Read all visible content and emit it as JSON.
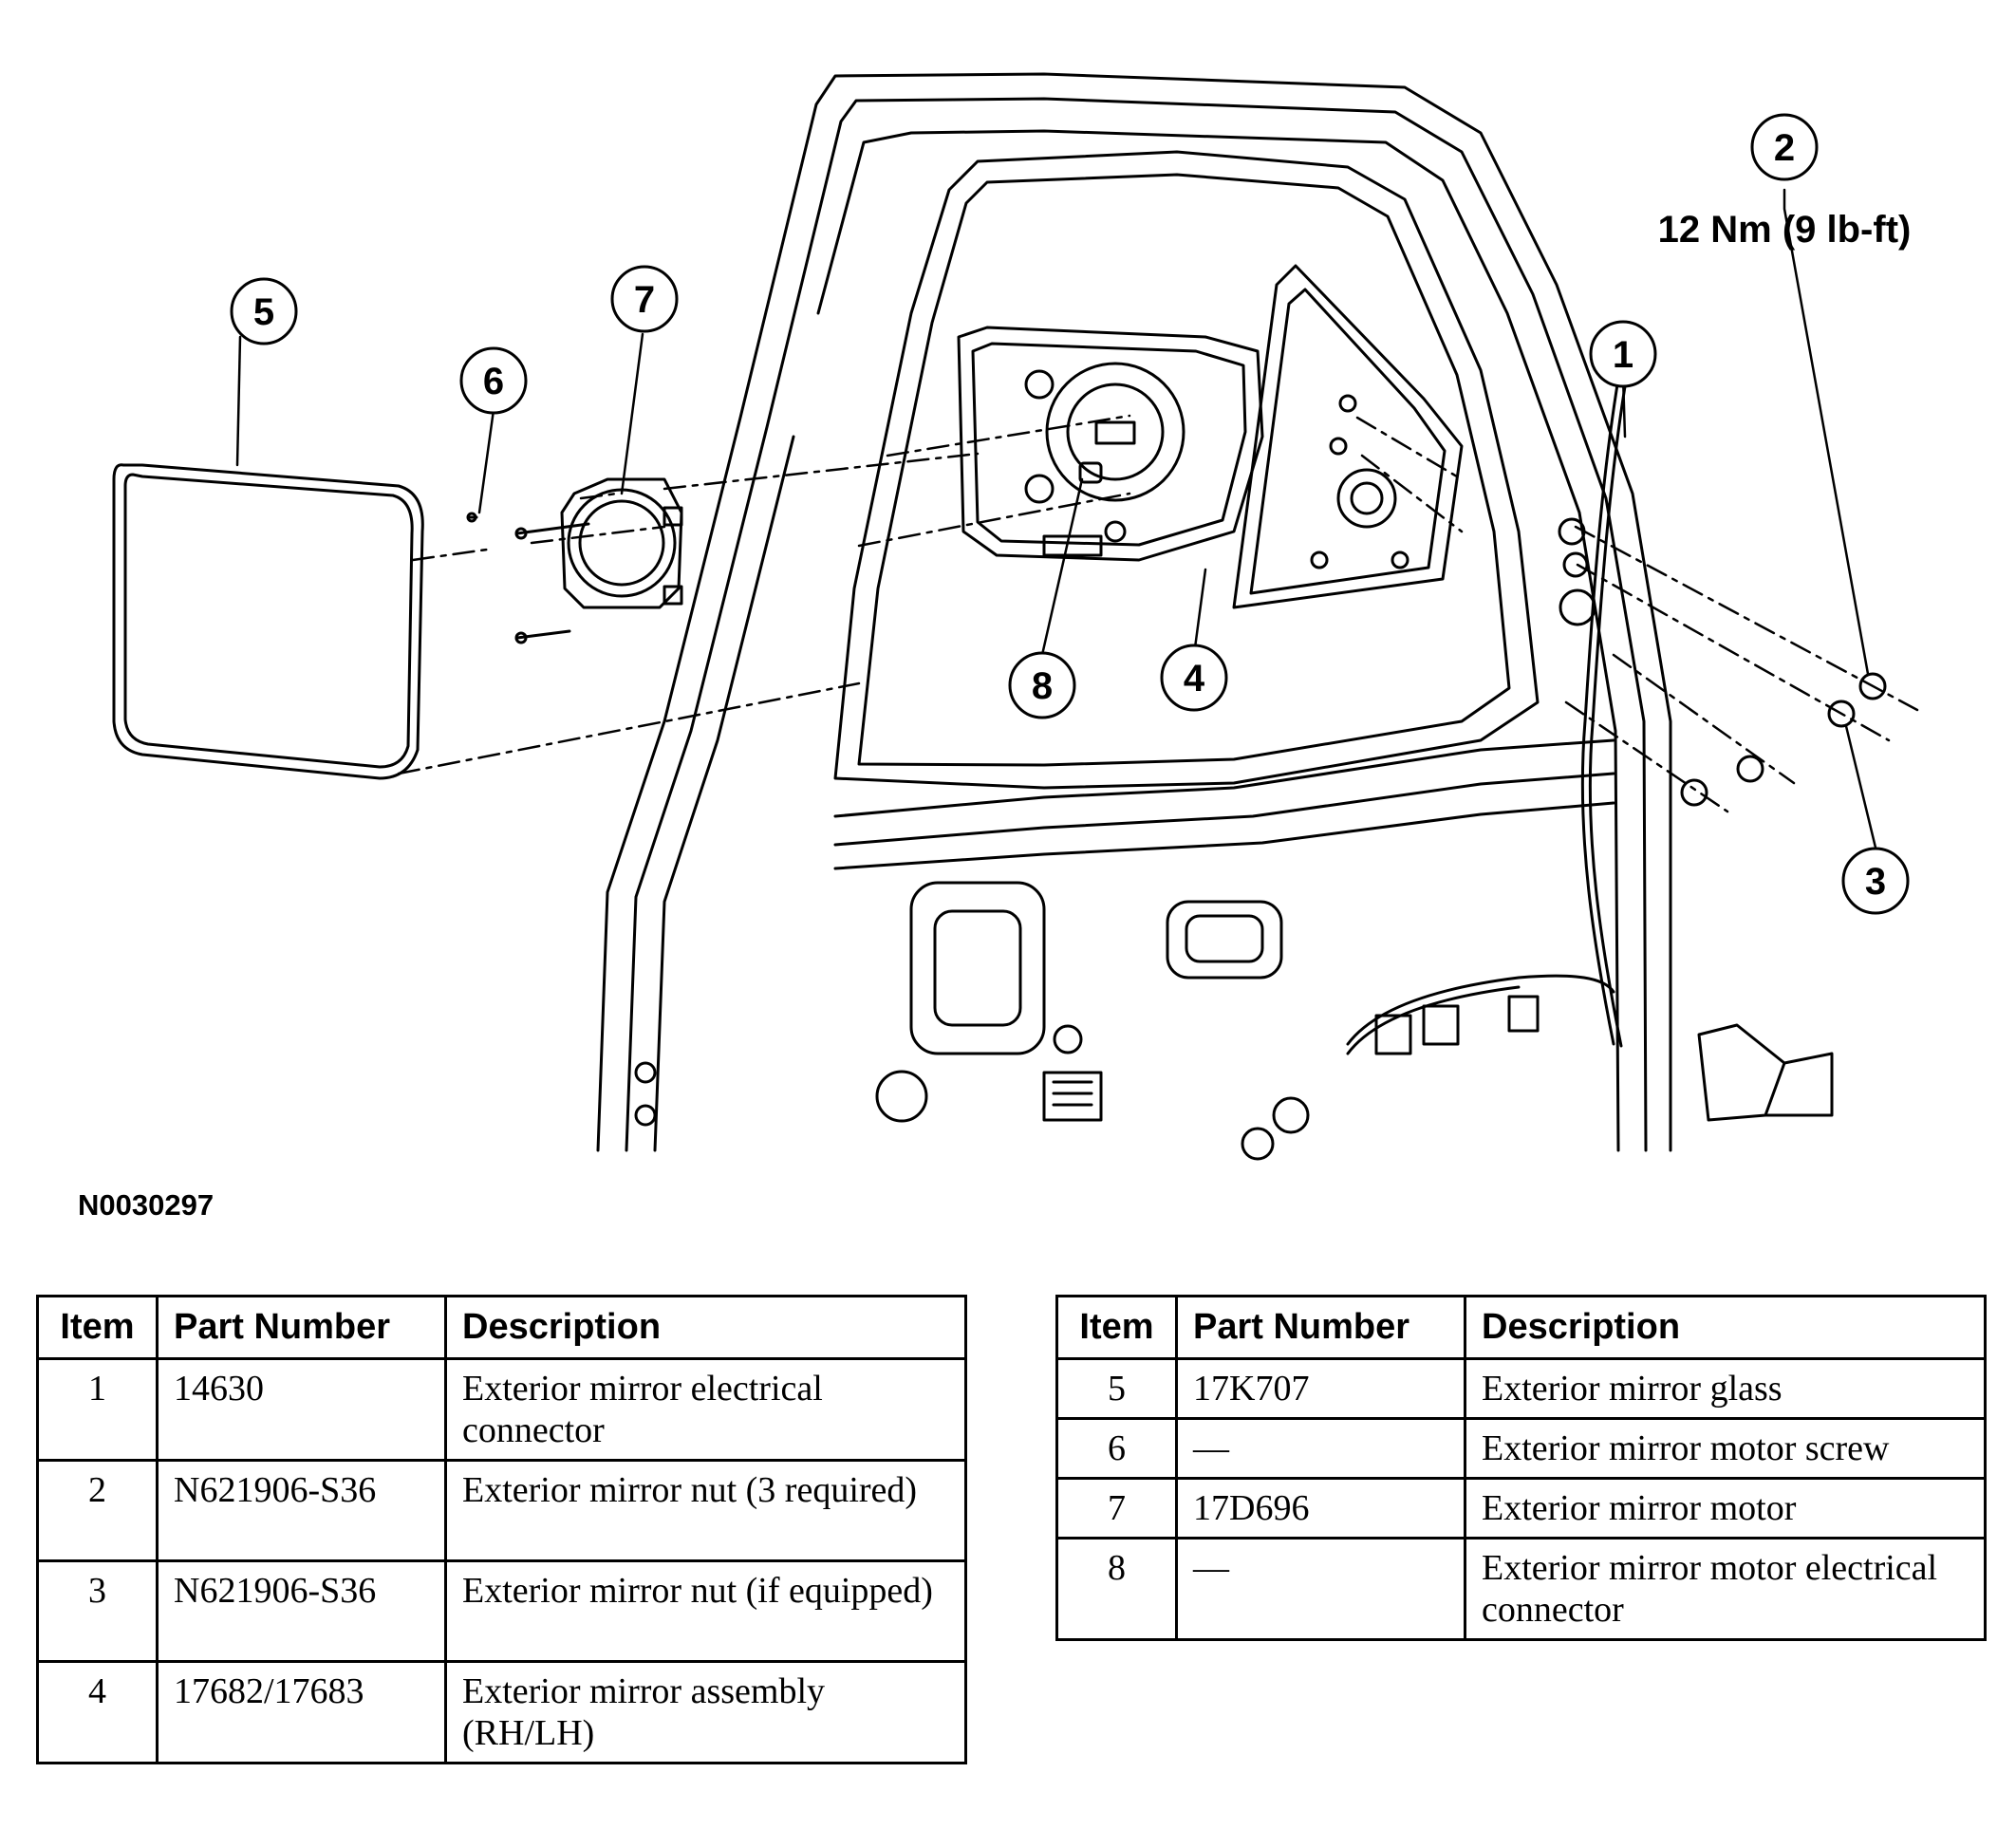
{
  "figure": {
    "id": "N0030297",
    "torque_spec": "12 Nm (9 lb-ft)",
    "callouts": [
      "1",
      "2",
      "3",
      "4",
      "5",
      "6",
      "7",
      "8"
    ]
  },
  "tables": {
    "headers": {
      "item": "Item",
      "part_number": "Part Number",
      "description": "Description"
    },
    "left": [
      {
        "item": "1",
        "part_number": "14630",
        "description": "Exterior mirror electrical connector"
      },
      {
        "item": "2",
        "part_number": "N621906-S36",
        "description": "Exterior mirror nut (3 required)"
      },
      {
        "item": "3",
        "part_number": "N621906-S36",
        "description": "Exterior mirror nut (if equipped)"
      },
      {
        "item": "4",
        "part_number": "17682/17683",
        "description": "Exterior mirror assembly (RH/LH)"
      }
    ],
    "right": [
      {
        "item": "5",
        "part_number": "17K707",
        "description": "Exterior mirror glass"
      },
      {
        "item": "6",
        "part_number": "—",
        "description": "Exterior mirror motor screw"
      },
      {
        "item": "7",
        "part_number": "17D696",
        "description": "Exterior mirror motor"
      },
      {
        "item": "8",
        "part_number": "—",
        "description": "Exterior mirror motor electrical connector"
      }
    ]
  }
}
